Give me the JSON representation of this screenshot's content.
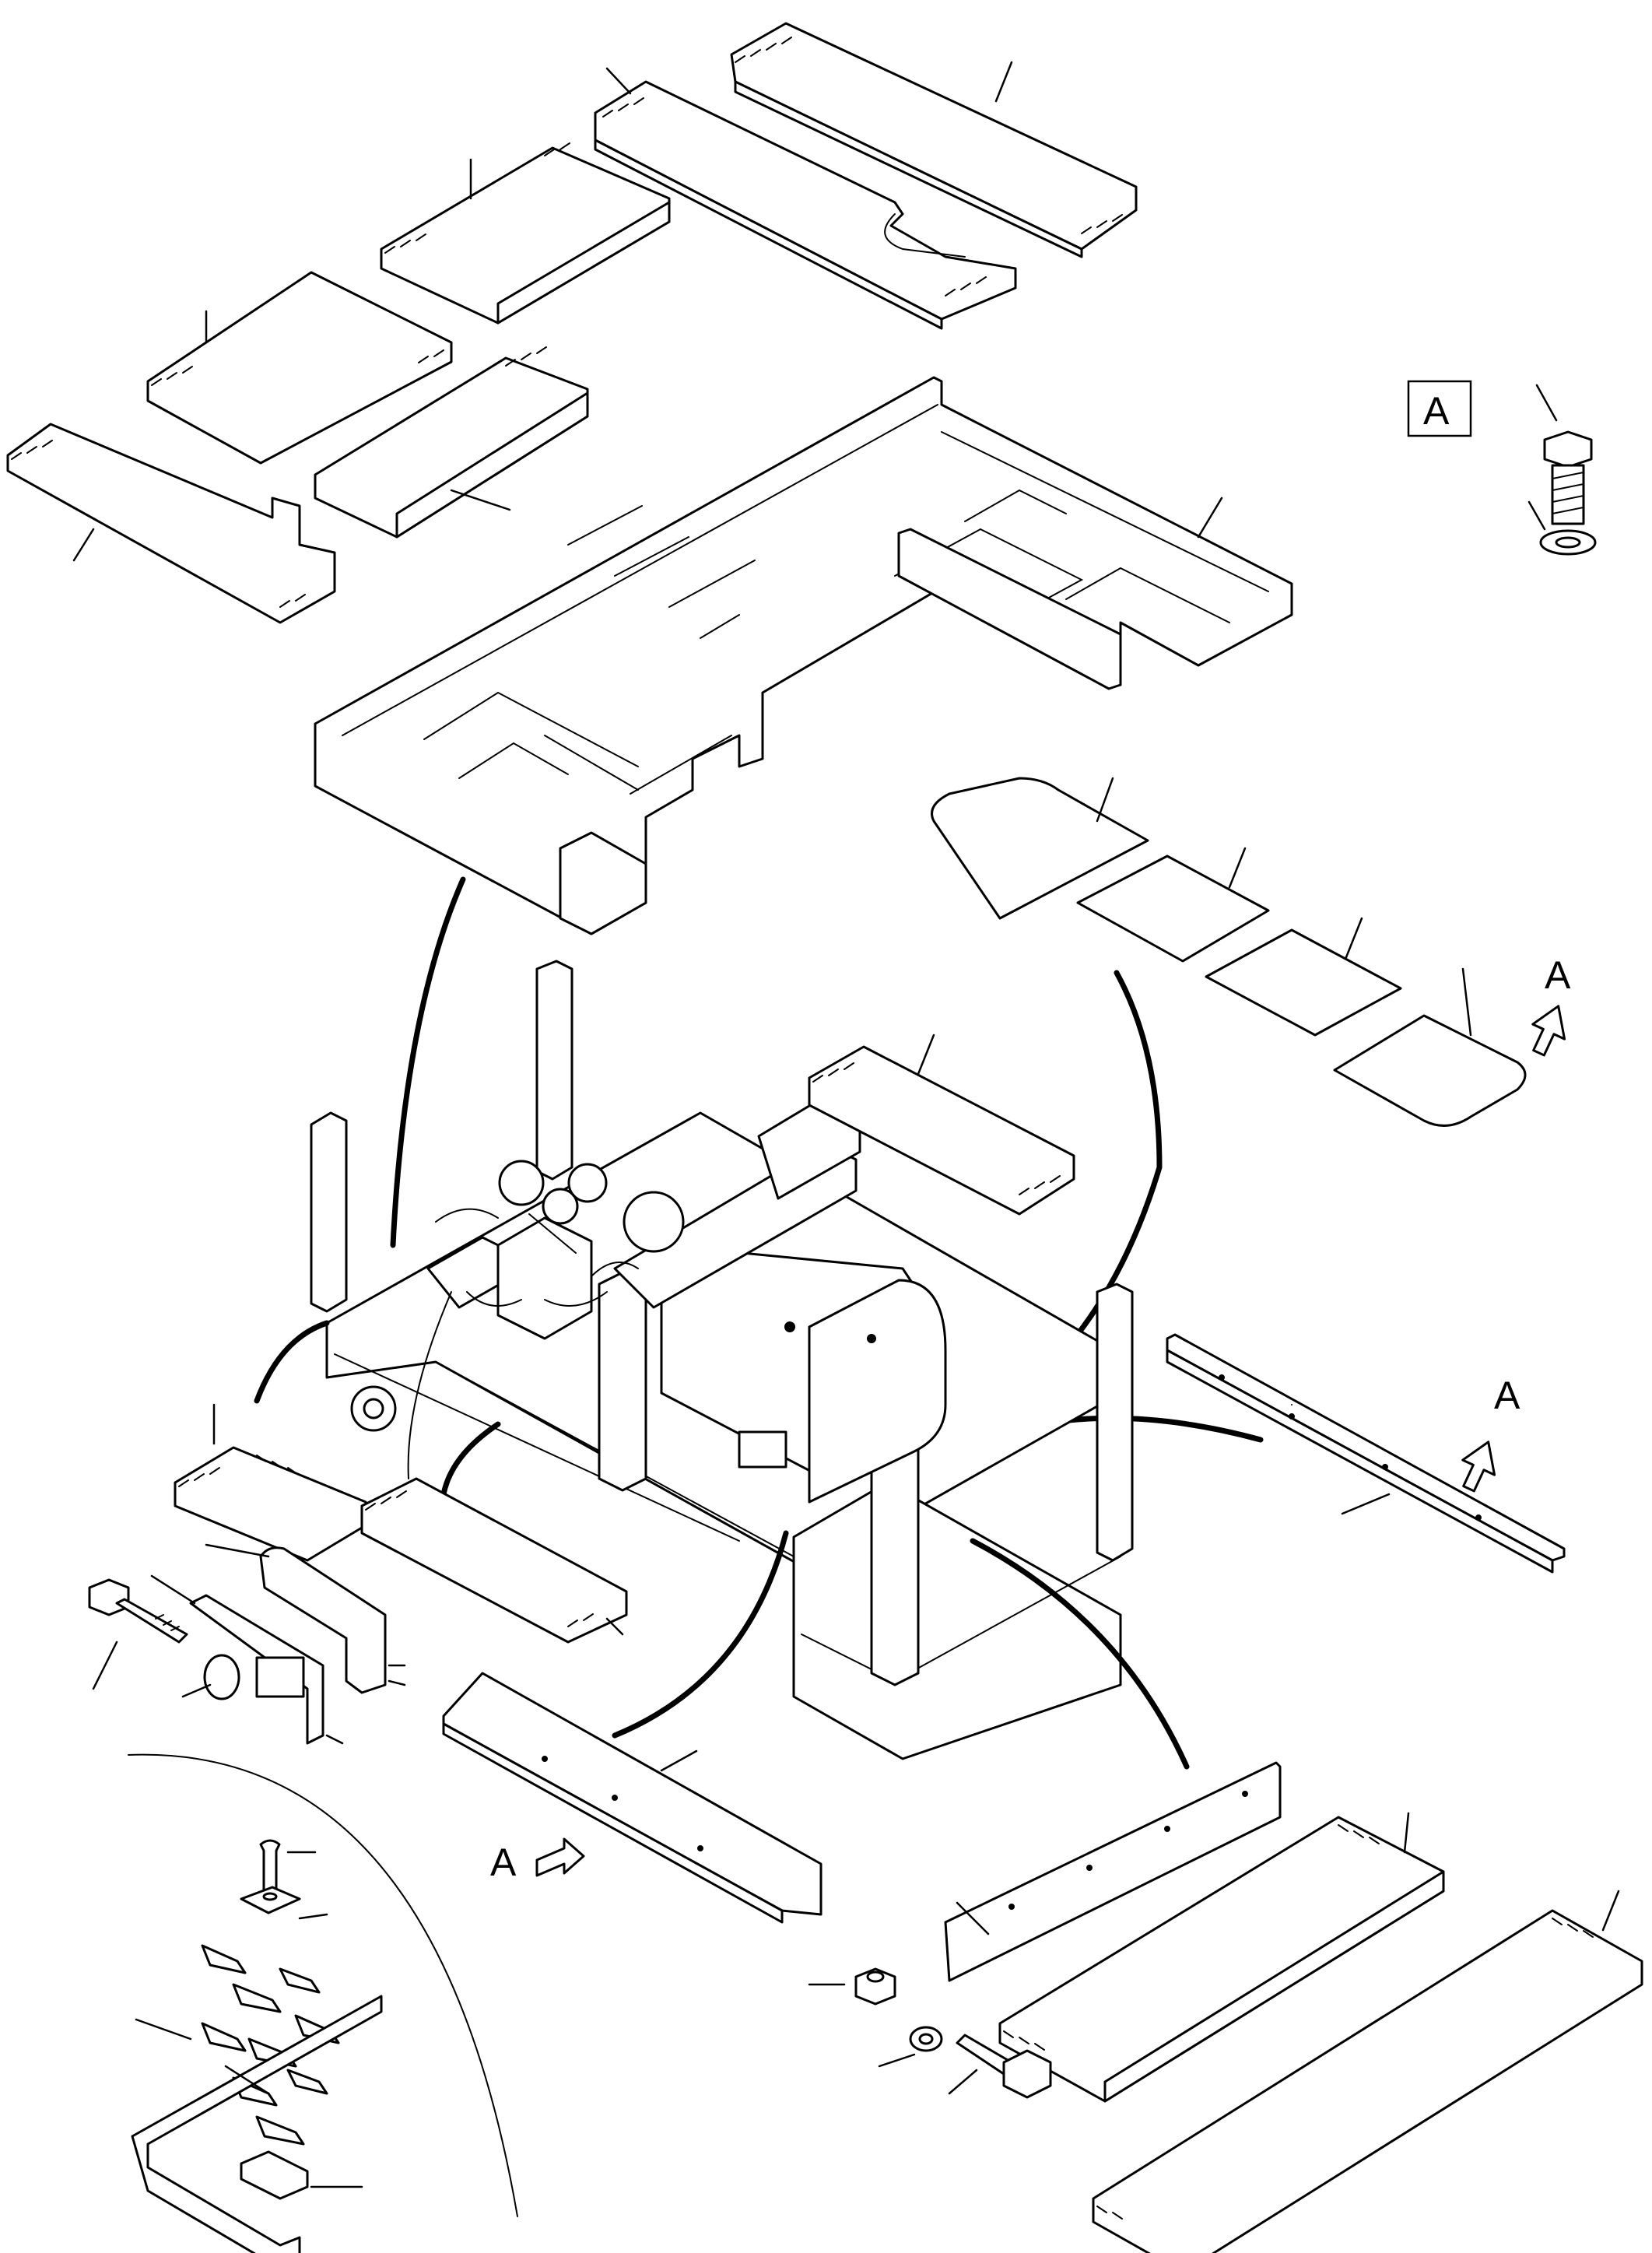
{
  "diagram": {
    "view_callout_letter": "A",
    "arrow_labels": [
      "A",
      "A",
      "A"
    ]
  }
}
